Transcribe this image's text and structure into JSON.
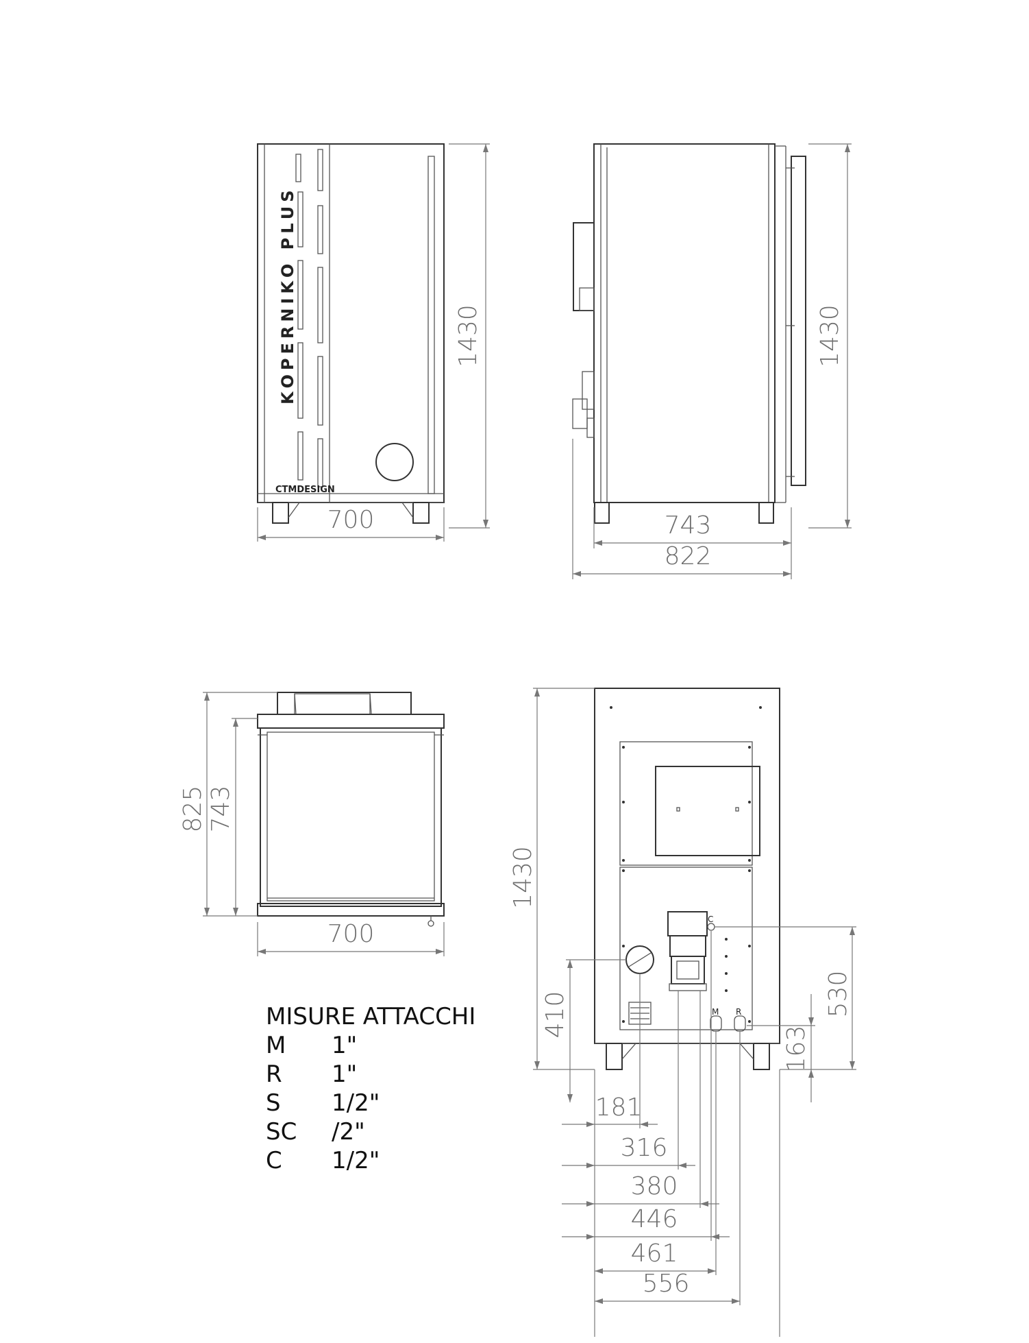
{
  "brand_label": "KOPERNIKO PLUS",
  "maker_logo": "CTMDESIGN",
  "views": {
    "front": {
      "width": "700",
      "height": "1430"
    },
    "side": {
      "depth": "743",
      "overall_depth": "822",
      "height": "1430"
    },
    "top": {
      "width": "700",
      "depth": "743",
      "overall_depth": "825"
    },
    "rear": {
      "height": "1430",
      "connection_labels": [
        "C",
        "M",
        "R"
      ],
      "vertical": [
        "410",
        "530",
        "163"
      ],
      "horizontal": [
        "181",
        "316",
        "380",
        "446",
        "461",
        "556"
      ]
    }
  },
  "connections_table": {
    "title": "MISURE ATTACCHI",
    "rows": [
      {
        "code": "M",
        "size": "1\""
      },
      {
        "code": "R",
        "size": "1\""
      },
      {
        "code": "S",
        "size": "1/2\""
      },
      {
        "code": "SC",
        "size": "/2\""
      },
      {
        "code": "C",
        "size": "1/2\""
      }
    ]
  }
}
